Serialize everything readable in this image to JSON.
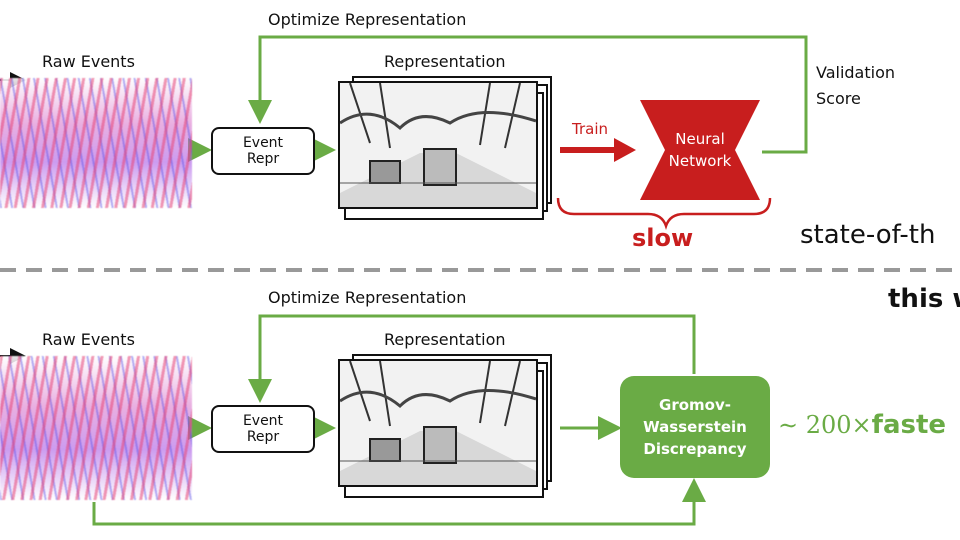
{
  "top": {
    "loop_label": "Optimize Representation",
    "raw_events_label": "Raw Events",
    "event_repr": {
      "line1": "Event",
      "line2": "Repr"
    },
    "representation_label": "Representation",
    "train_label": "Train",
    "neural_network": {
      "line1": "Neural",
      "line2": "Network"
    },
    "validation": {
      "line1": "Validation",
      "line2": "Score"
    },
    "slow_label": "slow",
    "sota_label": "state-of-th"
  },
  "bottom": {
    "loop_label": "Optimize Representation",
    "raw_events_label": "Raw Events",
    "event_repr": {
      "line1": "Event",
      "line2": "Repr"
    },
    "representation_label": "Representation",
    "gw": {
      "line1": "Gromov-",
      "line2": "Wasserstein",
      "line3": "Discrepancy"
    },
    "this_work_label": "this w",
    "speedup": {
      "prefix": "∼ 200×",
      "suffix": "faste"
    }
  },
  "colors": {
    "green": "#6aab45",
    "red": "#c81e1e",
    "dark": "#111111",
    "divider": "#999999"
  }
}
